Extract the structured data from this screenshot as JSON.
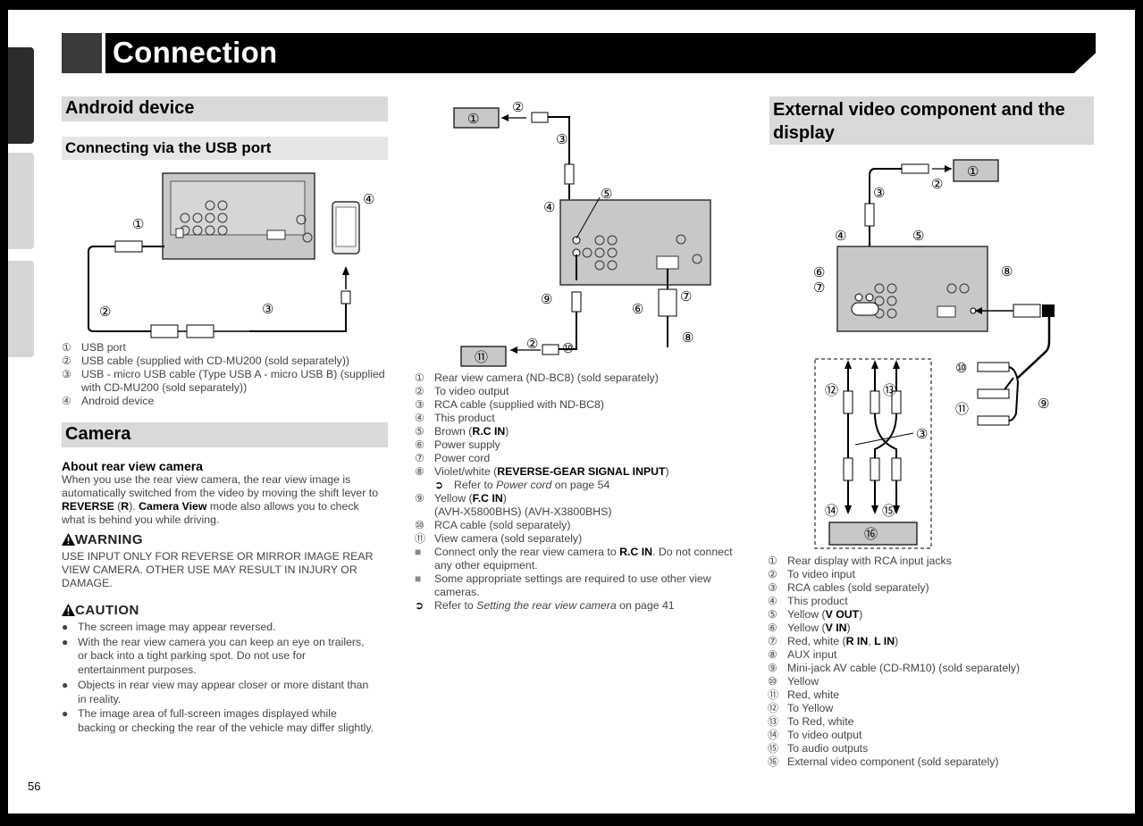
{
  "header": {
    "title": "Connection"
  },
  "page_number": "56",
  "android": {
    "section_title": "Android device",
    "subsection_title": "Connecting via the USB port",
    "callouts": [
      "①",
      "②",
      "③",
      "④"
    ],
    "legend": [
      {
        "n": "①",
        "text": "USB port"
      },
      {
        "n": "②",
        "text": "USB cable (supplied with CD-MU200 (sold separately))"
      },
      {
        "n": "③",
        "text": "USB - micro USB cable (Type USB A - micro USB B) (supplied with CD-MU200 (sold separately))"
      },
      {
        "n": "④",
        "text": "Android device"
      }
    ]
  },
  "camera": {
    "section_title": "Camera",
    "about_title": "About rear view camera",
    "about_text_1": "When you use the rear view camera, the rear view image is automatically switched from the video by moving the shift lever to ",
    "about_reverse": "REVERSE",
    "about_r": "R",
    "about_camera_view": "Camera View",
    "about_text_2": " mode also allows you to check what is behind you while driving.",
    "warning_title": "WARNING",
    "warning_text": "USE INPUT ONLY FOR REVERSE OR MIRROR IMAGE REAR VIEW CAMERA. OTHER USE MAY RESULT IN INJURY OR DAMAGE.",
    "caution_title": "CAUTION",
    "caution_items": [
      "The screen image may appear reversed.",
      "With the rear view camera you can keep an eye on trailers, or back into a tight parking spot. Do not use for entertainment purposes.",
      "Objects in rear view may appear closer or more distant than in reality.",
      "The image area of full-screen images displayed while backing or checking the rear of the vehicle may differ slightly."
    ]
  },
  "rear_camera_diagram": {
    "callouts": [
      "①",
      "②",
      "③",
      "④",
      "⑤",
      "⑥",
      "⑦",
      "⑧",
      "⑨",
      "⑩",
      "⑪"
    ],
    "legend": [
      {
        "n": "①",
        "text": "Rear view camera (ND-BC8) (sold separately)"
      },
      {
        "n": "②",
        "text": "To video output"
      },
      {
        "n": "③",
        "text": "RCA cable (supplied with ND-BC8)"
      },
      {
        "n": "④",
        "text": "This product"
      },
      {
        "n": "⑤",
        "text": "Brown (",
        "bold": "R.C IN",
        "after": ")"
      },
      {
        "n": "⑥",
        "text": "Power supply"
      },
      {
        "n": "⑦",
        "text": "Power cord"
      },
      {
        "n": "⑧",
        "text": "Violet/white (",
        "bold": "REVERSE-GEAR SIGNAL INPUT",
        "after": ")"
      },
      {
        "n": "➲",
        "text": "Refer to ",
        "italic": "Power cord",
        "after": " on page 54",
        "indent": true
      },
      {
        "n": "⑨",
        "text": "Yellow (",
        "bold": "F.C IN",
        "after": ")"
      },
      {
        "n": "",
        "text": "(AVH-X5800BHS) (AVH-X3800BHS)"
      },
      {
        "n": "⑩",
        "text": "RCA cable (sold separately)"
      },
      {
        "n": "⑪",
        "text": "View camera (sold separately)"
      },
      {
        "n": "■",
        "text": "Connect only the rear view camera to ",
        "bold": "R.C IN",
        "after": ". Do not connect any other equipment."
      },
      {
        "n": "■",
        "text": "Some appropriate settings are required to use other view cameras."
      },
      {
        "n": "➲",
        "text": "Refer to ",
        "italic": "Setting the rear view camera",
        "after": " on page 41"
      }
    ]
  },
  "external_video": {
    "section_title": "External video component and the display",
    "callouts": [
      "①",
      "②",
      "③",
      "④",
      "⑤",
      "⑥",
      "⑦",
      "⑧",
      "⑨",
      "⑩",
      "⑪",
      "⑫",
      "⑬",
      "⑭",
      "⑮",
      "⑯"
    ],
    "legend": [
      {
        "n": "①",
        "text": "Rear display with RCA input jacks"
      },
      {
        "n": "②",
        "text": "To video input"
      },
      {
        "n": "③",
        "text": "RCA cables (sold separately)"
      },
      {
        "n": "④",
        "text": "This product"
      },
      {
        "n": "⑤",
        "text": "Yellow (",
        "bold": "V OUT",
        "after": ")"
      },
      {
        "n": "⑥",
        "text": "Yellow (",
        "bold": "V IN",
        "after": ")"
      },
      {
        "n": "⑦",
        "text": "Red, white (",
        "bold": "R IN",
        "mid": ", ",
        "bold2": "L IN",
        "after": ")"
      },
      {
        "n": "⑧",
        "text": "AUX input"
      },
      {
        "n": "⑨",
        "text": "Mini-jack AV cable (CD-RM10) (sold separately)"
      },
      {
        "n": "⑩",
        "text": "Yellow"
      },
      {
        "n": "⑪",
        "text": "Red, white"
      },
      {
        "n": "⑫",
        "text": "To Yellow"
      },
      {
        "n": "⑬",
        "text": "To Red, white"
      },
      {
        "n": "⑭",
        "text": "To video output"
      },
      {
        "n": "⑮",
        "text": "To audio outputs"
      },
      {
        "n": "⑯",
        "text": "External video component (sold separately)"
      }
    ]
  },
  "colors": {
    "header_bg": "#000000",
    "section_bg": "#d9d9d9",
    "subsection_bg": "#e6e6e6",
    "diagram_gray": "#c8c8c8"
  },
  "icons": {
    "warning": "warning-triangle-icon",
    "caution": "caution-triangle-icon",
    "refer": "arrow-refer-icon"
  }
}
